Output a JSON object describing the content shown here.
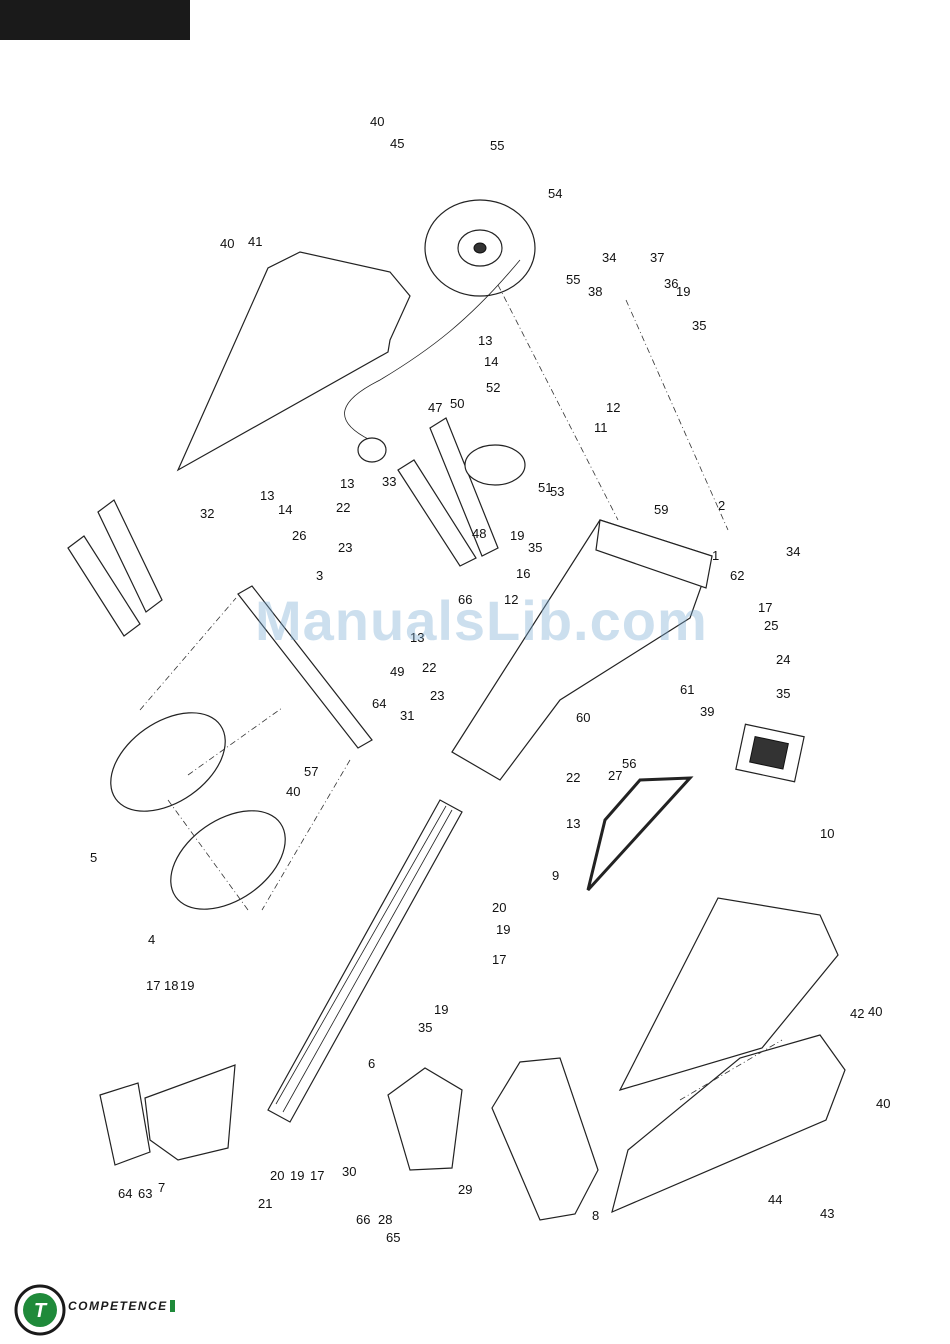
{
  "watermark": "ManualsLib.com",
  "brand": {
    "name": "COMPETENCE",
    "logo_letter": "T",
    "accent_color": "#1f8a3a"
  },
  "part_labels": [
    "1",
    "2",
    "3",
    "4",
    "5",
    "6",
    "7",
    "8",
    "9",
    "10",
    "11",
    "12",
    "12",
    "13",
    "13",
    "13",
    "13",
    "13",
    "14",
    "14",
    "16",
    "17",
    "17",
    "17",
    "17",
    "18",
    "19",
    "19",
    "19",
    "19",
    "19",
    "19",
    "20",
    "20",
    "21",
    "22",
    "22",
    "22",
    "23",
    "23",
    "24",
    "25",
    "26",
    "27",
    "28",
    "29",
    "30",
    "31",
    "32",
    "33",
    "34",
    "34",
    "35",
    "35",
    "35",
    "35",
    "36",
    "37",
    "38",
    "39",
    "40",
    "40",
    "40",
    "40",
    "40",
    "41",
    "42",
    "43",
    "44",
    "45",
    "47",
    "48",
    "49",
    "50",
    "51",
    "52",
    "53",
    "54",
    "55",
    "55",
    "56",
    "57",
    "59",
    "60",
    "61",
    "62",
    "63",
    "64",
    "64",
    "65",
    "66",
    "66"
  ]
}
